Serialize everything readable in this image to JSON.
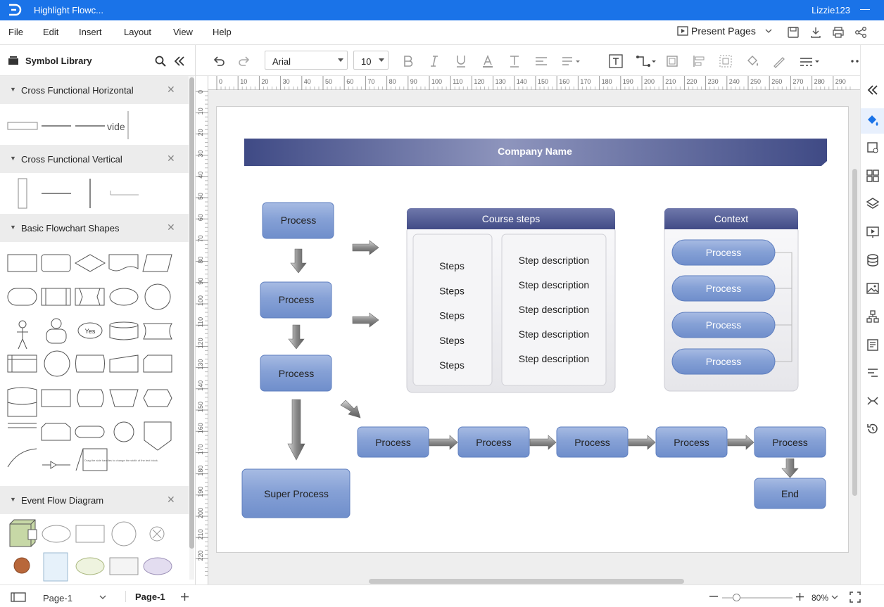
{
  "app": {
    "doc_title": "Highlight Flowc...",
    "user": "Lizzie123"
  },
  "menu": {
    "file": "File",
    "edit": "Edit",
    "insert": "Insert",
    "layout": "Layout",
    "view": "View",
    "help": "Help",
    "present": "Present Pages"
  },
  "toolbar": {
    "font": "Arial",
    "font_size": "10"
  },
  "library": {
    "title": "Symbol Library",
    "sections": [
      {
        "label": "Cross Functional Horizontal"
      },
      {
        "label": "Cross Functional Vertical"
      },
      {
        "label": "Basic Flowchart Shapes"
      },
      {
        "label": "Event Flow Diagram"
      }
    ],
    "shape_texts": {
      "yes": "Yes",
      "vide": "vide",
      "note": "Drag the side handles to change the width of the text block."
    }
  },
  "ruler": {
    "top": [
      "0",
      "10",
      "20",
      "30",
      "40",
      "50",
      "60",
      "70",
      "80",
      "90",
      "100",
      "110",
      "120",
      "130",
      "140",
      "150",
      "160",
      "170",
      "180",
      "190",
      "200",
      "210",
      "220",
      "230",
      "240",
      "250",
      "260",
      "270",
      "280",
      "290"
    ],
    "left": [
      "0",
      "10",
      "20",
      "30",
      "40",
      "50",
      "60",
      "70",
      "80",
      "90",
      "100",
      "110",
      "120",
      "130",
      "140",
      "150",
      "160",
      "170",
      "180",
      "190",
      "200",
      "210",
      "220"
    ]
  },
  "diagram": {
    "header": "Company Name",
    "left_processes": [
      "Process",
      "Process",
      "Process"
    ],
    "super_process": "Super Process",
    "course": {
      "title": "Course steps",
      "steps": [
        "Steps",
        "Steps",
        "Steps",
        "Steps",
        "Steps"
      ],
      "descriptions": [
        "Step description",
        "Step description",
        "Step description",
        "Step description",
        "Step description"
      ]
    },
    "context": {
      "title": "Context",
      "items": [
        "Process",
        "Process",
        "Process",
        "Process"
      ]
    },
    "bottom_processes": [
      "Process",
      "Process",
      "Process",
      "Process",
      "Process"
    ],
    "end": "End"
  },
  "status": {
    "page_select": "Page-1",
    "page_tab": "Page-1",
    "zoom": "80%"
  },
  "colors": {
    "accent": "#1a73e8",
    "process_fill": "#7b98cf",
    "header_fill": "#4a5490"
  }
}
